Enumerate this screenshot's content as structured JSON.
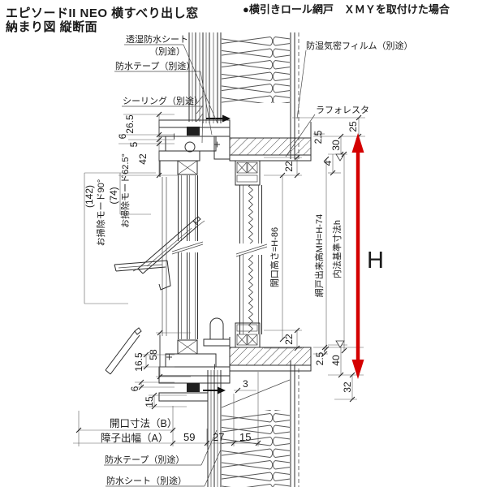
{
  "header": {
    "title_line1": "エピソードII NEO 横すべり出し窓",
    "title_line2": "納まり図 縦断面",
    "note": "●横引きロール網戸　ＸＭＹを取付けた場合"
  },
  "callouts": {
    "moisture_sheet": "透湿防水シート",
    "moisture_sheet_note": "（別途）",
    "waterproof_tape_top": "防水テープ（別途）",
    "sealing": "シーリング（別途）",
    "vapor_film": "防湿気密フィルム（別途）",
    "laforesta": "ラフォレスタ",
    "waterproof_tape_bottom": "防水テープ（別途）",
    "waterproof_sheet_bottom": "防水シート（別途）"
  },
  "dimensions": {
    "top_left": {
      "a": "26.5",
      "b": "6",
      "c": "5",
      "d": "42"
    },
    "cleaning": {
      "swing_142": "(142)",
      "mode_90": "お掃除モード90°",
      "swing_74": "(74)",
      "mode_62_5": "お掃除モード62.5°"
    },
    "top_right": {
      "t25": "25",
      "t2_5": "2.5",
      "t30": "30",
      "t4": "4"
    },
    "mid": {
      "t22_top": "22",
      "t22_bottom": "22",
      "opening_height": "開口高さ=H-86",
      "screen_height": "網戸出来高MH=H-74",
      "inner_standard": "内法基準寸法h",
      "h_label": "H"
    },
    "bottom_right": {
      "b2_5": "2.5",
      "b40": "40",
      "b32": "32"
    },
    "bottom_left": {
      "b58": "58",
      "b16_5": "16.5",
      "b6": "6",
      "b15": "15",
      "b3": "3"
    },
    "bottom": {
      "opening_b": "開口寸法（B）",
      "sash_a": "障子出幅（A）",
      "w59": "59",
      "w27": "27",
      "w15": "15"
    }
  },
  "colors": {
    "dimension_red": "#d40000",
    "line": "#2d2d2d"
  }
}
